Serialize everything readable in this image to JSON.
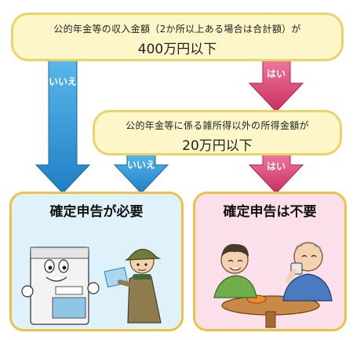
{
  "condition1": {
    "line1": "公的年金等の収入金額（2か所以上ある場合は合計額）が",
    "line2": "400万円以下"
  },
  "condition2": {
    "line1": "公的年金等に係る雑所得以外の所得金額が",
    "line2": "20万円以下"
  },
  "arrows": {
    "no_label": "いいえ",
    "yes_label": "はい"
  },
  "results": {
    "required": "確定申告が必要",
    "not_required": "確定申告は不要"
  },
  "colors": {
    "no_arrow": "#2a8fd0",
    "yes_arrow": "#d6406e",
    "condition_fill": "#fdf6c8",
    "required_fill": "#dff1fb",
    "not_required_fill": "#fbe0ec"
  }
}
